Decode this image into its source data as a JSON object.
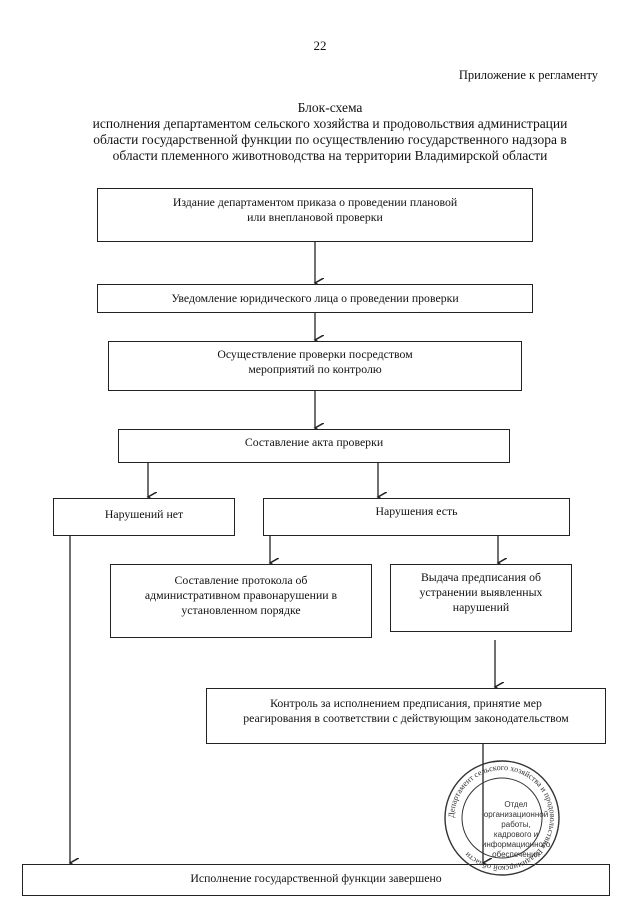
{
  "header": {
    "page_number": "22",
    "appendix": "Приложение к регламенту"
  },
  "title": {
    "line1": "Блок-схема",
    "line2": "исполнения департаментом сельского хозяйства и продовольствия администрации",
    "line3": "области государственной функции по осуществлению государственного надзора в",
    "line4": "области племенного животноводства на территории Владимирской области"
  },
  "boxes": {
    "order": [
      "Издание департаментом приказа о проведении плановой",
      "или внеплановой проверки"
    ],
    "notify": [
      "Уведомление юридического лица о проведении проверки"
    ],
    "inspection": [
      "Осуществление проверки посредством",
      "мероприятий по контролю"
    ],
    "act": [
      "Составление акта проверки"
    ],
    "no_violations": [
      "Нарушений нет"
    ],
    "violations": [
      "Нарушения есть"
    ],
    "protocol": [
      "Составление протокола об",
      "административном правонарушении в",
      "установленном порядке"
    ],
    "prescription": [
      "Выдача предписания об",
      "устранении выявленных",
      "нарушений"
    ],
    "control": [
      "Контроль за исполнением предписания, принятие мер",
      "реагирования в соответствии с действующим законодательством"
    ],
    "completed": [
      "Исполнение государственной функции завершено"
    ]
  },
  "stamp": {
    "ring_text": "Департамент сельского хозяйства и продовольствия Владимирской области",
    "inner_lines": [
      "Отдел организационной работы,",
      "кадрового и",
      "информационного",
      "обеспечения"
    ]
  }
}
